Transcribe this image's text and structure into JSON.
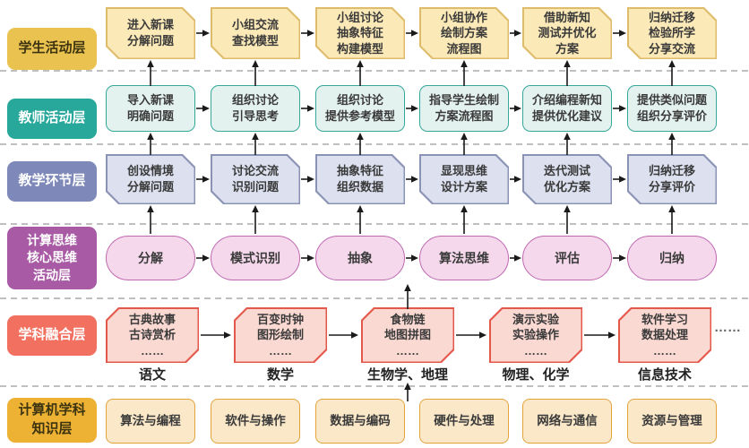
{
  "layers": {
    "student": {
      "label": "学生活动层",
      "boxes": [
        "进入新课\n分解问题",
        "小组交流\n查找模型",
        "小组讨论\n抽象特征\n构建模型",
        "小组协作\n绘制方案\n流程图",
        "借助新知\n测试并优化\n方案",
        "归纳迁移\n检验所学\n分享交流"
      ]
    },
    "teacher": {
      "label": "教师活动层",
      "boxes": [
        "导入新课\n明确问题",
        "组织讨论\n引导思考",
        "组织讨论\n提供参考模型",
        "指导学生绘制\n方案流程图",
        "介绍编程新知\n提供优化建议",
        "提供类似问题\n组织分享评价"
      ]
    },
    "process": {
      "label": "教学环节层",
      "boxes": [
        "创设情境\n分解问题",
        "讨论交流\n识别问题",
        "抽象特征\n组织数据",
        "显现思维\n设计方案",
        "迭代测试\n优化方案",
        "归纳迁移\n分享评价"
      ]
    },
    "thinking": {
      "label": "计算思维\n核心思维\n活动层",
      "boxes": [
        "分解",
        "模式识别",
        "抽象",
        "算法思维",
        "评估",
        "归纳"
      ]
    },
    "subjects": {
      "label": "学科融合层",
      "items": [
        {
          "text": "古典故事\n古诗赏析\n……",
          "subject": "语文"
        },
        {
          "text": "百变时钟\n图形绘制\n……",
          "subject": "数学"
        },
        {
          "text": "食物链\n地图拼图\n……",
          "subject": "生物学、地理"
        },
        {
          "text": "演示实验\n实验操作\n……",
          "subject": "物理、化学"
        },
        {
          "text": "软件学习\n数据处理\n……",
          "subject": "信息技术"
        }
      ],
      "more": "……"
    },
    "knowledge": {
      "label": "计算机学科\n知识层",
      "boxes": [
        "算法与编程",
        "软件与操作",
        "数据与编码",
        "硬件与处理",
        "网络与通信",
        "资源与管理"
      ]
    }
  },
  "colors": {
    "student_accent": "#EAC24F",
    "teacher_accent": "#28A89B",
    "process_accent": "#7E89B9",
    "thinking_accent": "#A85AA5",
    "subjects_accent": "#F1705F",
    "knowledge_accent": "#EDB234",
    "arrow": "#1a1a1a",
    "separator": "#999999"
  }
}
